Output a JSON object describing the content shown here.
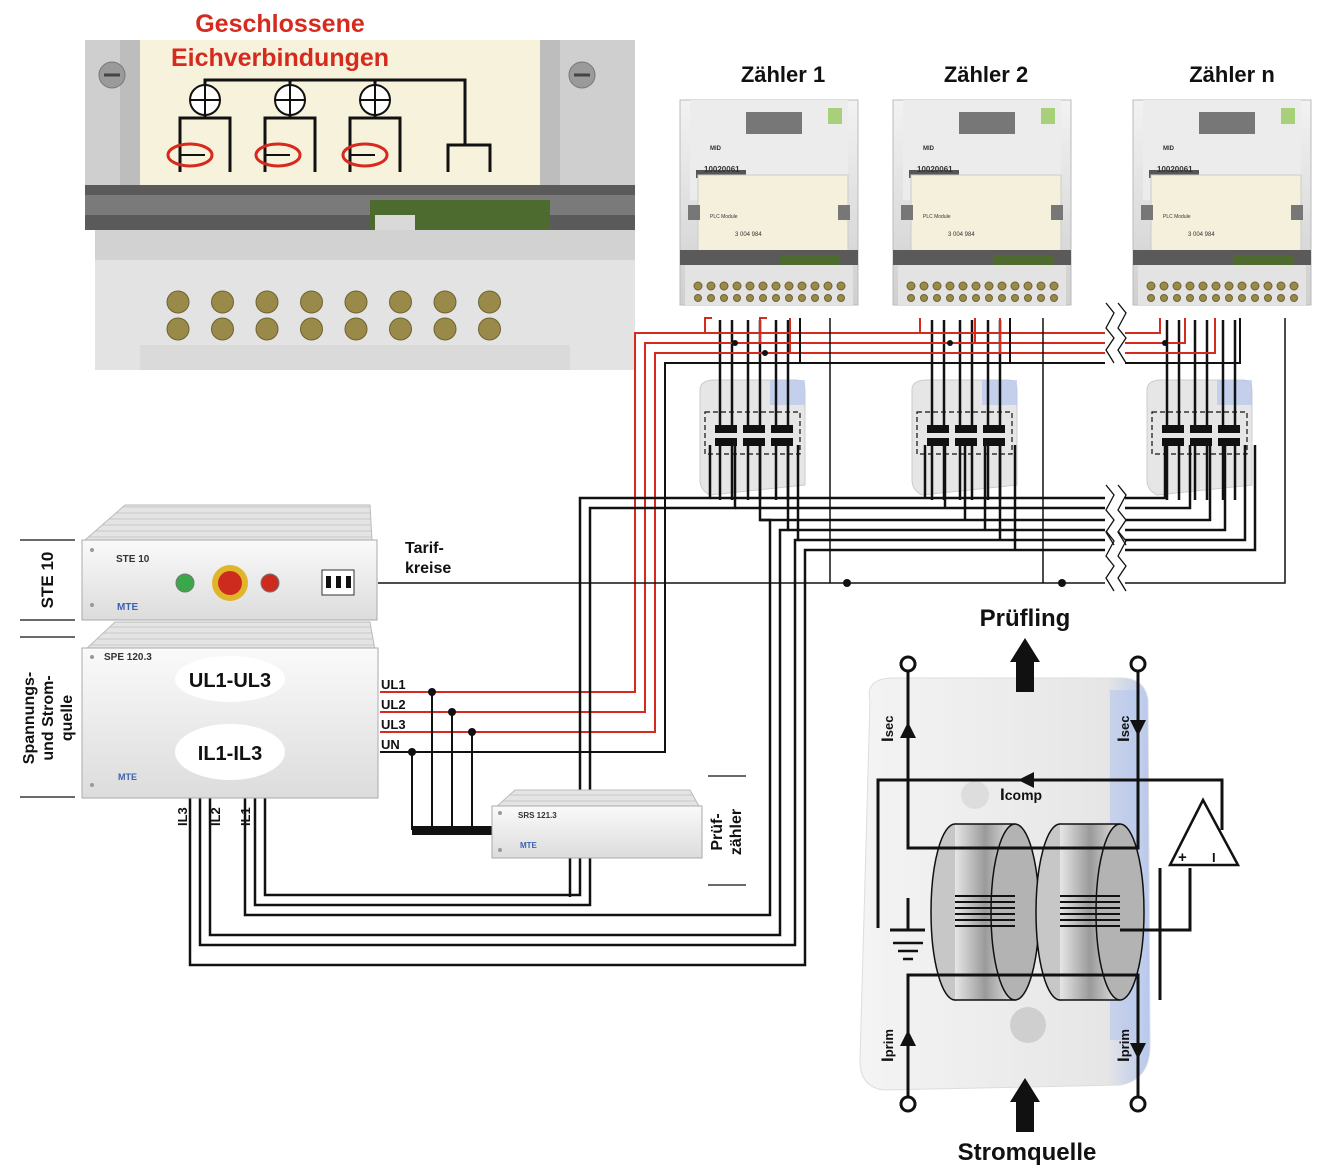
{
  "title": {
    "line1": "Geschlossene",
    "line2": "Eichverbindungen",
    "color": "#d62a1e"
  },
  "meters": [
    {
      "label": "Zähler 1"
    },
    {
      "label": "Zähler 2"
    },
    {
      "label": "Zähler n"
    }
  ],
  "meter_panel": {
    "id_number": "10020061",
    "module_name": "PLC Module",
    "module_number": "3 004 984",
    "badge": "MID"
  },
  "ste": {
    "device_label": "STE 10",
    "side_label": "STE 10",
    "brand": "MTE"
  },
  "spe": {
    "device_label": "SPE 120.3",
    "side_label_line1": "Spannungs-",
    "side_label_line2": "und Strom-",
    "side_label_line3": "quelle",
    "voltage_ellipse": "UL1-UL3",
    "current_ellipse": "IL1-IL3",
    "brand": "MTE",
    "outputs": [
      "UL1",
      "UL2",
      "UL3",
      "UN"
    ],
    "current_outputs": [
      "IL3",
      "IL2",
      "IL1"
    ]
  },
  "tariff": {
    "line1": "Tarif-",
    "line2": "kreise"
  },
  "srs": {
    "device_label": "SRS 121.3",
    "brand": "MTE",
    "side_label_line1": "Prüf-",
    "side_label_line2": "zähler"
  },
  "ct": {
    "top_label": "Prüfling",
    "bottom_label": "Stromquelle",
    "isec": "I",
    "isec_sub": "sec",
    "icomp": "I",
    "icomp_sub": "comp",
    "iprim": "I",
    "iprim_sub": "prim",
    "amp_plus": "+",
    "amp_minus": "I"
  },
  "colors": {
    "voltage_wire": "#d62a1e",
    "current_wire": "#111111",
    "accent_blue": "#a9bde6"
  }
}
